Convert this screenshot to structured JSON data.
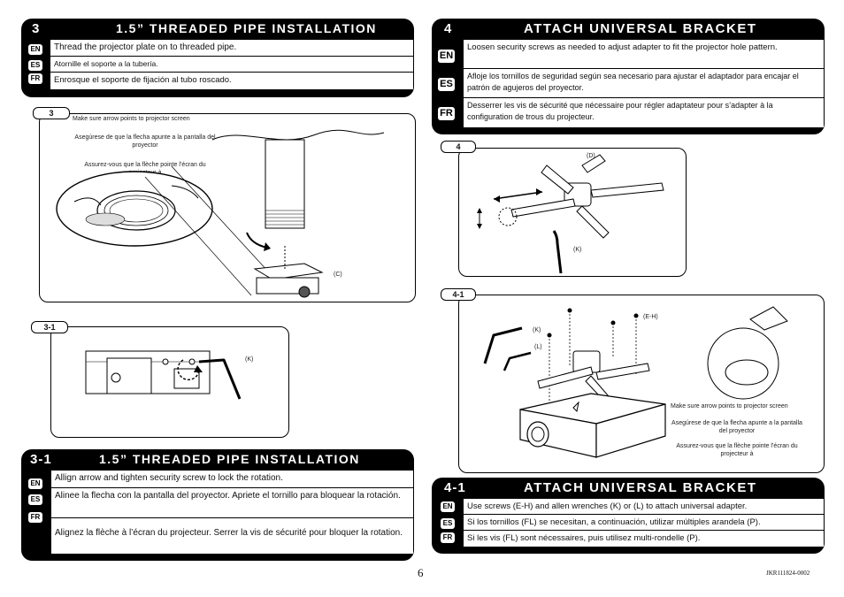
{
  "s3": {
    "step": "3",
    "title": "1.5” THREADED PIPE INSTALLATION",
    "en": "Thread the projector plate on to threaded pipe.",
    "es": "Atornille el soporte a la tubería.",
    "fr": "Enrosque el soporte de fijación al tubo roscado."
  },
  "s4": {
    "step": "4",
    "title": "ATTACH UNIVERSAL BRACKET",
    "en": "Loosen security screws as needed to adjust adapter to fit the projector hole pattern.",
    "es": "Afloje los tornillos de seguridad según sea necesario para ajustar el adaptador para encajar el patrón de agujeros del proyector.",
    "fr": "Desserrer les vis de sécurité que nécessaire pour régler adaptateur pour s’adapter à la configuration de trous du projecteur."
  },
  "s31": {
    "step": "3-1",
    "title": "1.5” THREADED PIPE INSTALLATION",
    "en": "Allign arrow and tighten security screw to lock the rotation.",
    "es": "Alinee la flecha con la pantalla del proyector. Apriete el tornillo para bloquear la rotación.",
    "fr": "Alignez la flèche à l’écran du projecteur. Serrer la vis de sécurité pour bloquer la rotation."
  },
  "s41": {
    "step": "4-1",
    "title": "ATTACH UNIVERSAL BRACKET",
    "en": "Use screws (E-H) and allen wrenches (K) or (L) to attach universal adapter.",
    "es": "Si los tornillos (FL) se necesitan, a continuación, utilizar múltiples arandela (P).",
    "fr": "Si les vis (FL) sont nécessaires, puis utilisez multi-rondelle (P)."
  },
  "langs": {
    "en": "EN",
    "es": "ES",
    "fr": "FR"
  },
  "fig3": {
    "tag": "3",
    "note_en": "Make sure arrow points to projector screen",
    "note_es": "Asegúrese de que la flecha apunte a la pantalla del proyector",
    "note_fr": "Assurez-vous que la flèche pointe l’écran du projecteur à",
    "part_c": "(C)"
  },
  "fig31": {
    "tag": "3-1",
    "part_k": "(K)"
  },
  "fig4": {
    "tag": "4",
    "part_d": "(D)",
    "part_k": "(K)"
  },
  "fig41": {
    "tag": "4-1",
    "part_k": "(K)",
    "part_l": "(L)",
    "part_eh": "(E-H)",
    "note_en": "Make sure arrow points to projector screen",
    "note_es": "Asegúrese de que la flecha apunte a la pantalla del proyector",
    "note_fr": "Assurez-vous que la flèche pointe l’écran du projecteur à"
  },
  "footer": {
    "page": "6",
    "code": "JKR111824-0002"
  }
}
